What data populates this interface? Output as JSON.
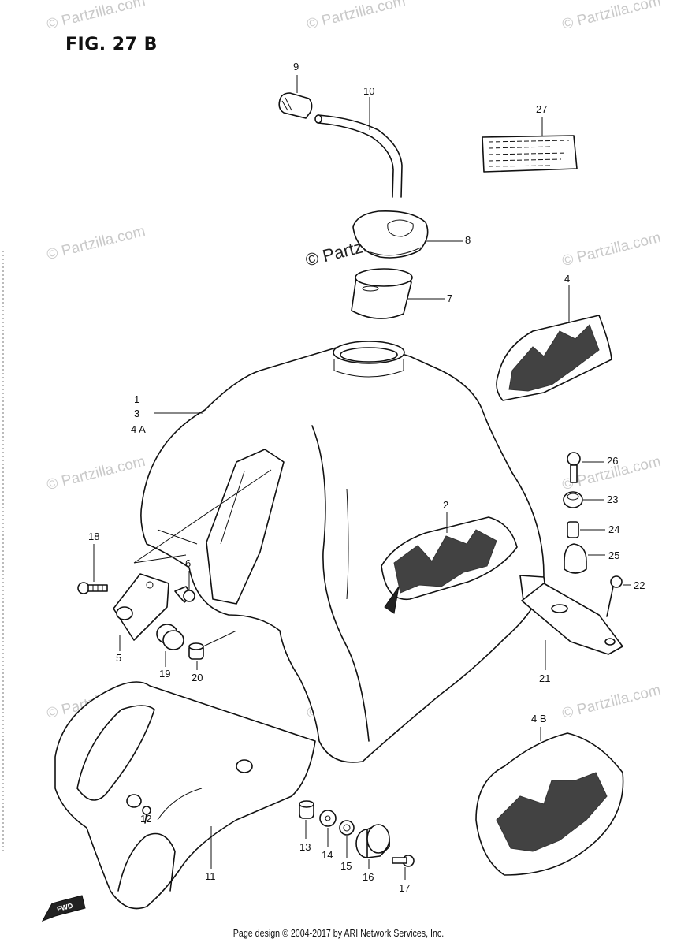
{
  "figure": {
    "title": "FIG. 27 B"
  },
  "watermark": {
    "text": "© Partzilla.com"
  },
  "part_labels": {
    "p1": "1",
    "p2": "2",
    "p3": "3",
    "p4": "4",
    "p4a": "4 A",
    "p4b": "4 B",
    "p5": "5",
    "p6": "6",
    "p7": "7",
    "p8": "8",
    "p9": "9",
    "p10": "10",
    "p11": "11",
    "p12": "12",
    "p13": "13",
    "p14": "14",
    "p15": "15",
    "p16": "16",
    "p17": "17",
    "p18": "18",
    "p19": "19",
    "p20": "20",
    "p21": "21",
    "p22": "22",
    "p23": "23",
    "p24": "24",
    "p25": "25",
    "p26": "26",
    "p27": "27"
  },
  "fwd_marker": "FWD",
  "footer": {
    "text": "Page design © 2004-2017 by ARI Network Services, Inc."
  }
}
